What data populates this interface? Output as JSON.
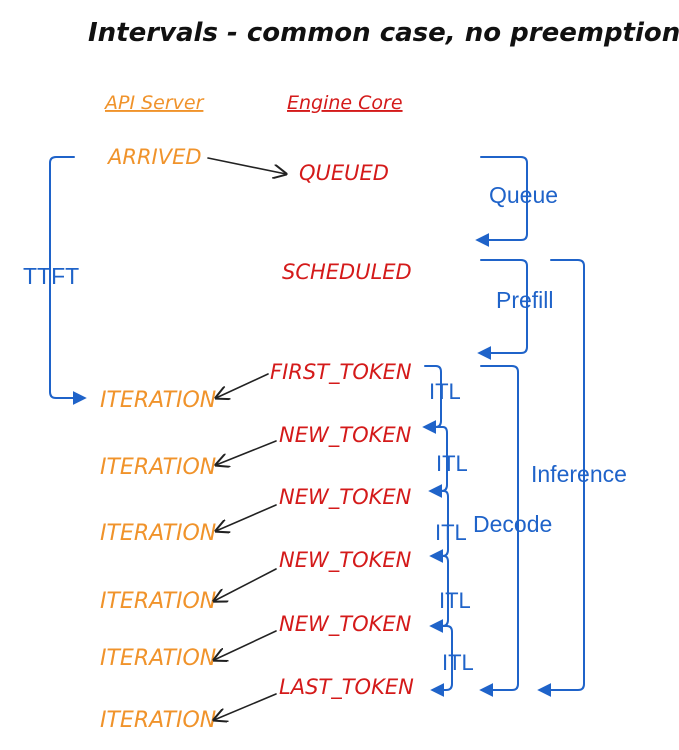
{
  "title": "Intervals - common case, no preemptions",
  "headers": {
    "api_server": "API Server",
    "engine_core": "Engine Core"
  },
  "api_events": {
    "arrived": "ARRIVED",
    "iteration": "ITERATION"
  },
  "engine_events": {
    "queued": "QUEUED",
    "scheduled": "SCHEDULED",
    "first_token": "FIRST_TOKEN",
    "new_token": "NEW_TOKEN",
    "last_token": "LAST_TOKEN"
  },
  "intervals": {
    "queue": "Queue",
    "prefill": "Prefill",
    "decode": "Decode",
    "inference": "Inference",
    "ttft": "TTFT",
    "itl": "ITL"
  },
  "colors": {
    "api": "#F0932B",
    "engine": "#D41A1A",
    "interval": "#1F63C9",
    "arrow": "#222222"
  }
}
